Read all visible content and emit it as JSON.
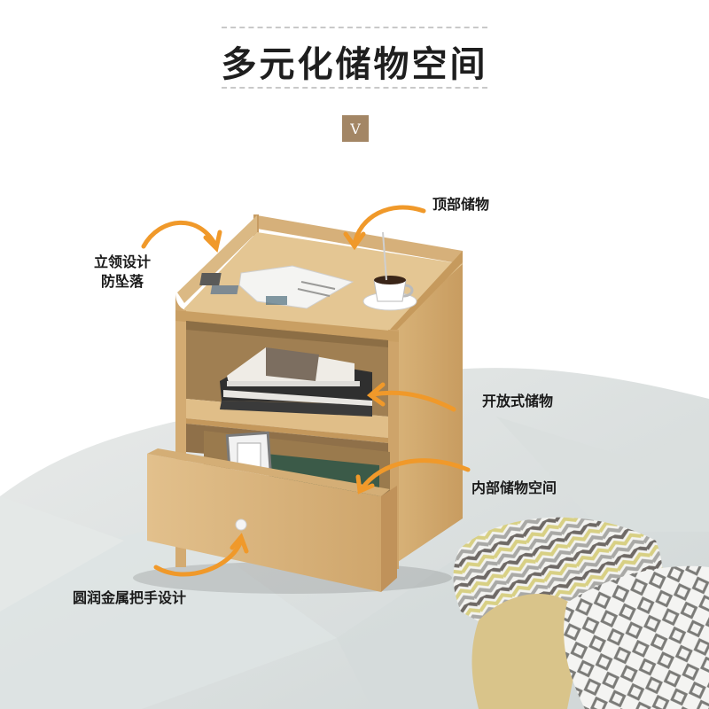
{
  "header": {
    "title": "多元化储物空间",
    "badge": "V"
  },
  "callouts": {
    "top_storage": "顶部储物",
    "raised_edge_line1": "立领设计",
    "raised_edge_line2": "防坠落",
    "open_storage": "开放式储物",
    "inner_storage": "内部储物空间",
    "handle": "圆润金属把手设计"
  },
  "colors": {
    "accent_arrow": "#f0992a",
    "badge": "#a38665",
    "wood": "#d8b47e"
  },
  "icons": {
    "arrow": "curved-arrow-icon"
  }
}
